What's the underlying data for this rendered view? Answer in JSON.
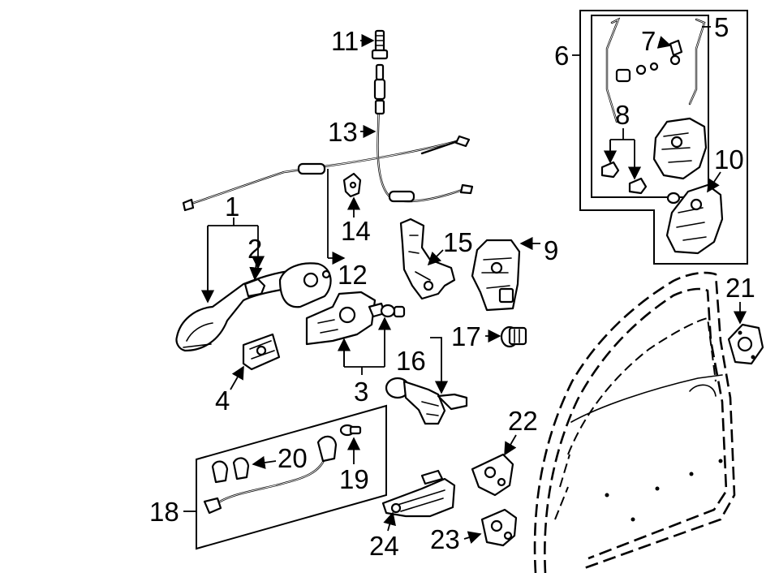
{
  "diagram": {
    "colors": {
      "ink": "#000000",
      "paper": "#ffffff"
    },
    "callouts": [
      {
        "id": "1",
        "label": "1"
      },
      {
        "id": "2",
        "label": "2"
      },
      {
        "id": "3",
        "label": "3"
      },
      {
        "id": "4",
        "label": "4"
      },
      {
        "id": "5",
        "label": "5"
      },
      {
        "id": "6",
        "label": "6"
      },
      {
        "id": "7",
        "label": "7"
      },
      {
        "id": "8",
        "label": "8"
      },
      {
        "id": "9",
        "label": "9"
      },
      {
        "id": "10",
        "label": "10"
      },
      {
        "id": "11",
        "label": "11"
      },
      {
        "id": "12",
        "label": "12"
      },
      {
        "id": "13",
        "label": "13"
      },
      {
        "id": "14",
        "label": "14"
      },
      {
        "id": "15",
        "label": "15"
      },
      {
        "id": "16",
        "label": "16"
      },
      {
        "id": "17",
        "label": "17"
      },
      {
        "id": "18",
        "label": "18"
      },
      {
        "id": "19",
        "label": "19"
      },
      {
        "id": "20",
        "label": "20"
      },
      {
        "id": "21",
        "label": "21"
      },
      {
        "id": "22",
        "label": "22"
      },
      {
        "id": "23",
        "label": "23"
      },
      {
        "id": "24",
        "label": "24"
      }
    ]
  }
}
